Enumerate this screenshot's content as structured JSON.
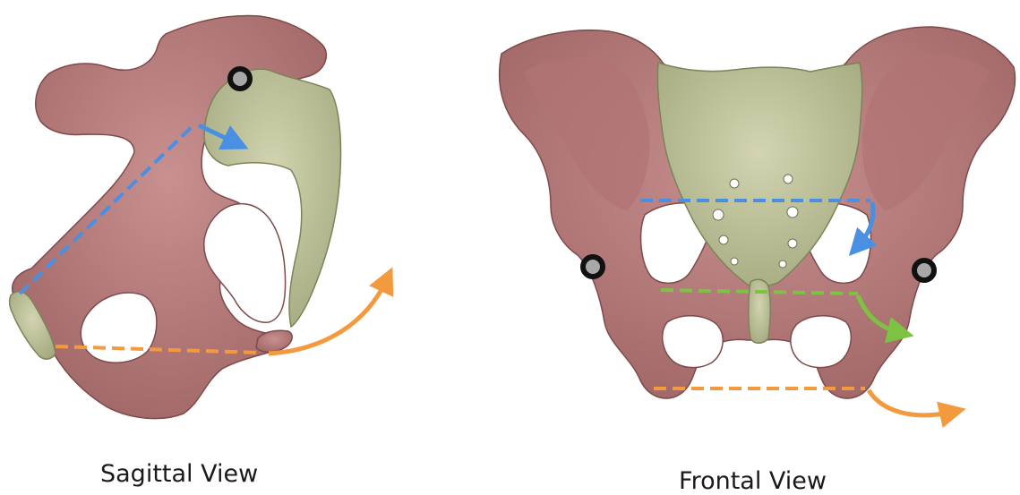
{
  "figure": {
    "sagittal_view": {
      "caption": "Sagittal View"
    },
    "frontal_view": {
      "caption": "Frontal View"
    }
  },
  "colors": {
    "bone": "#b67c7c",
    "bone_dark": "#8a5252",
    "sacrum": "#c4c8a0",
    "sacrum_dark": "#8f956b",
    "blue_line": "#4a90e2",
    "green_line": "#7dc243",
    "orange_line": "#f39a3e",
    "landmark_ring": "#111111",
    "landmark_center": "#a8a8a8"
  },
  "landmarks": [
    "sagittal-landmark-marker",
    "frontal-left-landmark-marker",
    "frontal-right-landmark-marker"
  ]
}
